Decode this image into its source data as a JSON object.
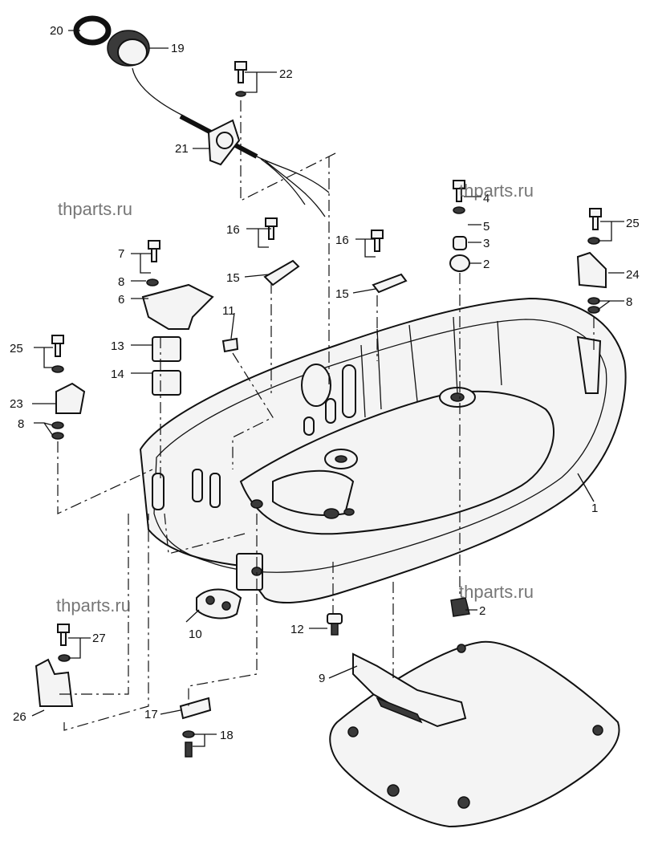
{
  "watermark": "thparts.ru",
  "callouts": [
    "1",
    "2",
    "3",
    "4",
    "5",
    "6",
    "7",
    "8",
    "9",
    "10",
    "11",
    "12",
    "13",
    "14",
    "15",
    "16",
    "17",
    "18",
    "19",
    "20",
    "21",
    "22",
    "23",
    "24",
    "25",
    "26",
    "27"
  ],
  "repeat_labels": {
    "l8b": "8",
    "l8c": "8",
    "l16b": "16",
    "l15b": "15",
    "l25b": "25",
    "l2b": "2"
  }
}
